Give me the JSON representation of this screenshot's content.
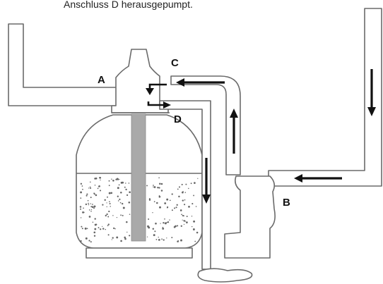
{
  "caption": "Anschluss D herausgepumpt.",
  "labels": {
    "a": "A",
    "b": "B",
    "c": "C",
    "d": "D"
  },
  "colors": {
    "outline": "#6a6a6a",
    "arrow": "#111111",
    "standpipe": "#a9a9a9",
    "sand": "#6a6a6a"
  },
  "icons": {
    "flow_arrow": "arrow-icon"
  }
}
